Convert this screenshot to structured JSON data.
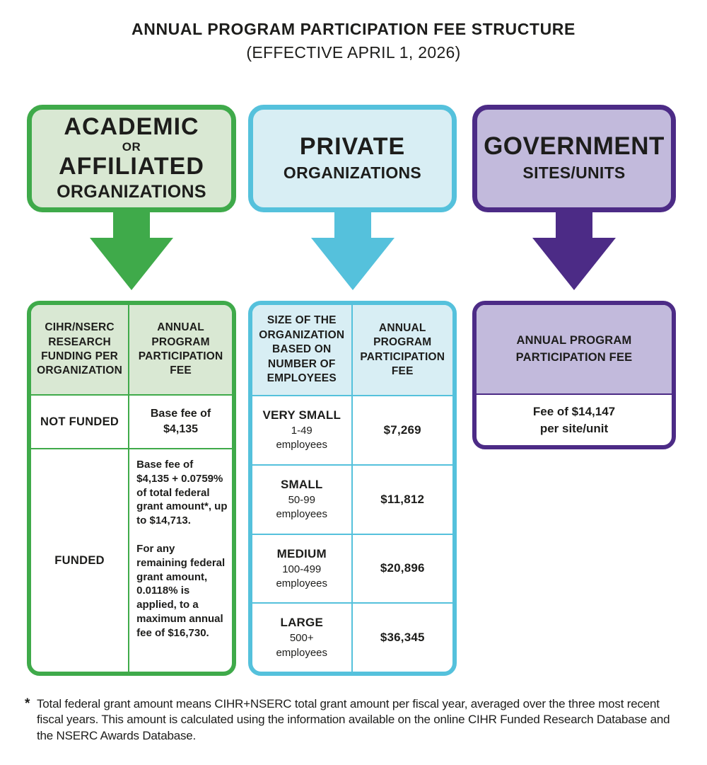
{
  "title": "ANNUAL PROGRAM PARTICIPATION FEE STRUCTURE",
  "subtitle": "(EFFECTIVE APRIL 1, 2026)",
  "colors": {
    "green_border": "#3faa4a",
    "green_fill": "#d9e8d3",
    "cyan_border": "#55c1dc",
    "cyan_fill": "#d8eef4",
    "purple_border": "#4c2b86",
    "purple_fill": "#c2badc",
    "text": "#1d1d1b"
  },
  "academic": {
    "box_lines": [
      "ACADEMIC",
      "OR",
      "AFFILIATED",
      "ORGANIZATIONS"
    ],
    "table": {
      "col1_header_lines": [
        "CIHR/NSERC",
        "RESEARCH",
        "FUNDING PER",
        "ORGANIZATION"
      ],
      "col2_header_lines": [
        "ANNUAL",
        "PROGRAM",
        "PARTICIPATION",
        "FEE"
      ],
      "not_funded": {
        "label": "NOT FUNDED",
        "fee": "Base fee of $4,135"
      },
      "funded": {
        "label": "FUNDED",
        "fee_paragraph1": "Base fee of $4,135 + 0.0759% of total federal grant amount*, up to $14,713.",
        "fee_paragraph2": "For any remaining federal grant amount, 0.0118% is applied, to a maximum annual fee of $16,730."
      }
    }
  },
  "private": {
    "box_lines": [
      "PRIVATE",
      "ORGANIZATIONS"
    ],
    "table": {
      "col1_header_lines": [
        "SIZE OF THE",
        "ORGANIZATION",
        "BASED ON",
        "NUMBER OF",
        "EMPLOYEES"
      ],
      "col2_header_lines": [
        "ANNUAL",
        "PROGRAM",
        "PARTICIPATION",
        "FEE"
      ],
      "rows": [
        {
          "size": "VERY SMALL",
          "range": "1-49",
          "unit": "employees",
          "fee": "$7,269"
        },
        {
          "size": "SMALL",
          "range": "50-99",
          "unit": "employees",
          "fee": "$11,812"
        },
        {
          "size": "MEDIUM",
          "range": "100-499",
          "unit": "employees",
          "fee": "$20,896"
        },
        {
          "size": "LARGE",
          "range": "500+",
          "unit": "employees",
          "fee": "$36,345"
        }
      ]
    }
  },
  "government": {
    "box_lines": [
      "GOVERNMENT",
      "SITES/UNITS"
    ],
    "table": {
      "header_lines": [
        "ANNUAL PROGRAM",
        "PARTICIPATION FEE"
      ],
      "fee_lines": [
        "Fee of $14,147",
        "per site/unit"
      ]
    }
  },
  "footnote": {
    "marker": "*",
    "text": "Total federal grant amount means CIHR+NSERC total grant amount per fiscal year, averaged over the three most recent fiscal years. This amount is calculated using the information available on the online CIHR Funded Research Database and the NSERC Awards Database."
  }
}
